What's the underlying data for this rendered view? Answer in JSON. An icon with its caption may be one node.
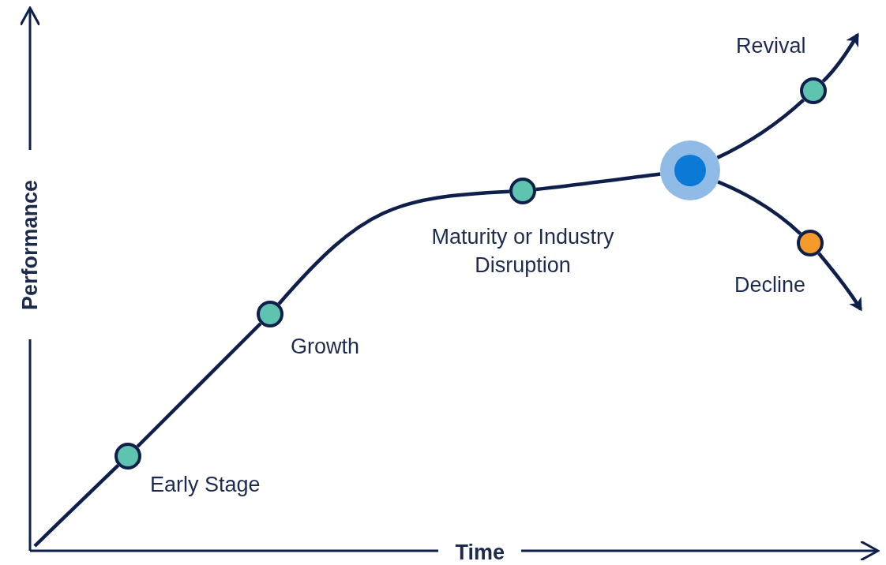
{
  "diagram": {
    "nodes": [
      {
        "text": [],
        "shape": "circle",
        "beside": [
          "Early Stage"
        ]
      },
      {
        "text": [],
        "shape": "circle",
        "beside": [
          "Growth"
        ]
      },
      {
        "text": [],
        "shape": "circle",
        "beside": [
          "Maturity or Industry Disruption"
        ]
      },
      {
        "text": [],
        "shape": "circle"
      },
      {
        "text": [],
        "shape": "circle",
        "beside": [
          "Revival"
        ]
      },
      {
        "text": [],
        "shape": "circle",
        "beside": [
          "Decline"
        ]
      }
    ],
    "edges": [
      {
        "from": null,
        "to": 0,
        "arrow": "none"
      },
      {
        "from": 0,
        "to": 1,
        "arrow": "none"
      },
      {
        "from": 1,
        "to": 2,
        "arrow": "none"
      },
      {
        "from": 2,
        "to": 3,
        "arrow": "none"
      },
      {
        "from": 3,
        "to": 4,
        "arrow": "none"
      },
      {
        "from": 4,
        "to": null,
        "arrow": "to"
      },
      {
        "from": 3,
        "to": 5,
        "arrow": "none"
      },
      {
        "from": 5,
        "to": null,
        "arrow": "to"
      }
    ],
    "labels": [
      "Performance",
      "Time"
    ]
  }
}
